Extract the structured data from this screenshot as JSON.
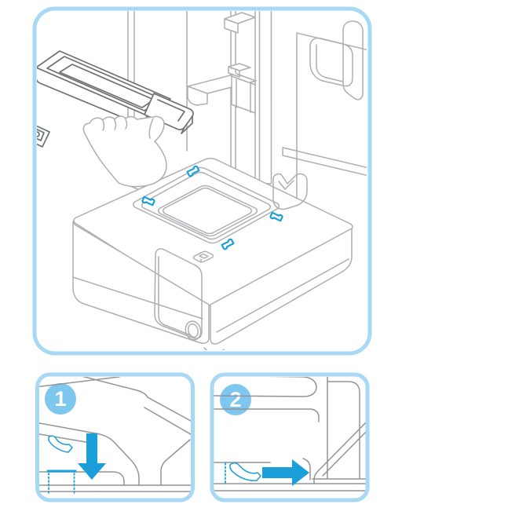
{
  "figure": {
    "type": "illustrated-instructions",
    "subject": "inserting-resin-tank-into-printer"
  },
  "steps": [
    {
      "number": "1",
      "arrow_icon": "down-arrow-icon"
    },
    {
      "number": "2",
      "arrow_icon": "right-arrow-icon"
    }
  ],
  "icons": {
    "clips": "tank-clip-icon",
    "step1_arrow": "down-arrow-icon",
    "step2_arrow": "right-arrow-icon"
  },
  "colors": {
    "background": "#FFFFFF",
    "panel_border": "#A8D9F4",
    "badge_fill": "#7EC8EF",
    "badge_text": "#FFFFFF",
    "accent_blue": "#1B9FDB",
    "line_light_gray": "#ACAEB1",
    "line_mid_gray": "#919396",
    "line_dark_gray": "#6E7073"
  }
}
